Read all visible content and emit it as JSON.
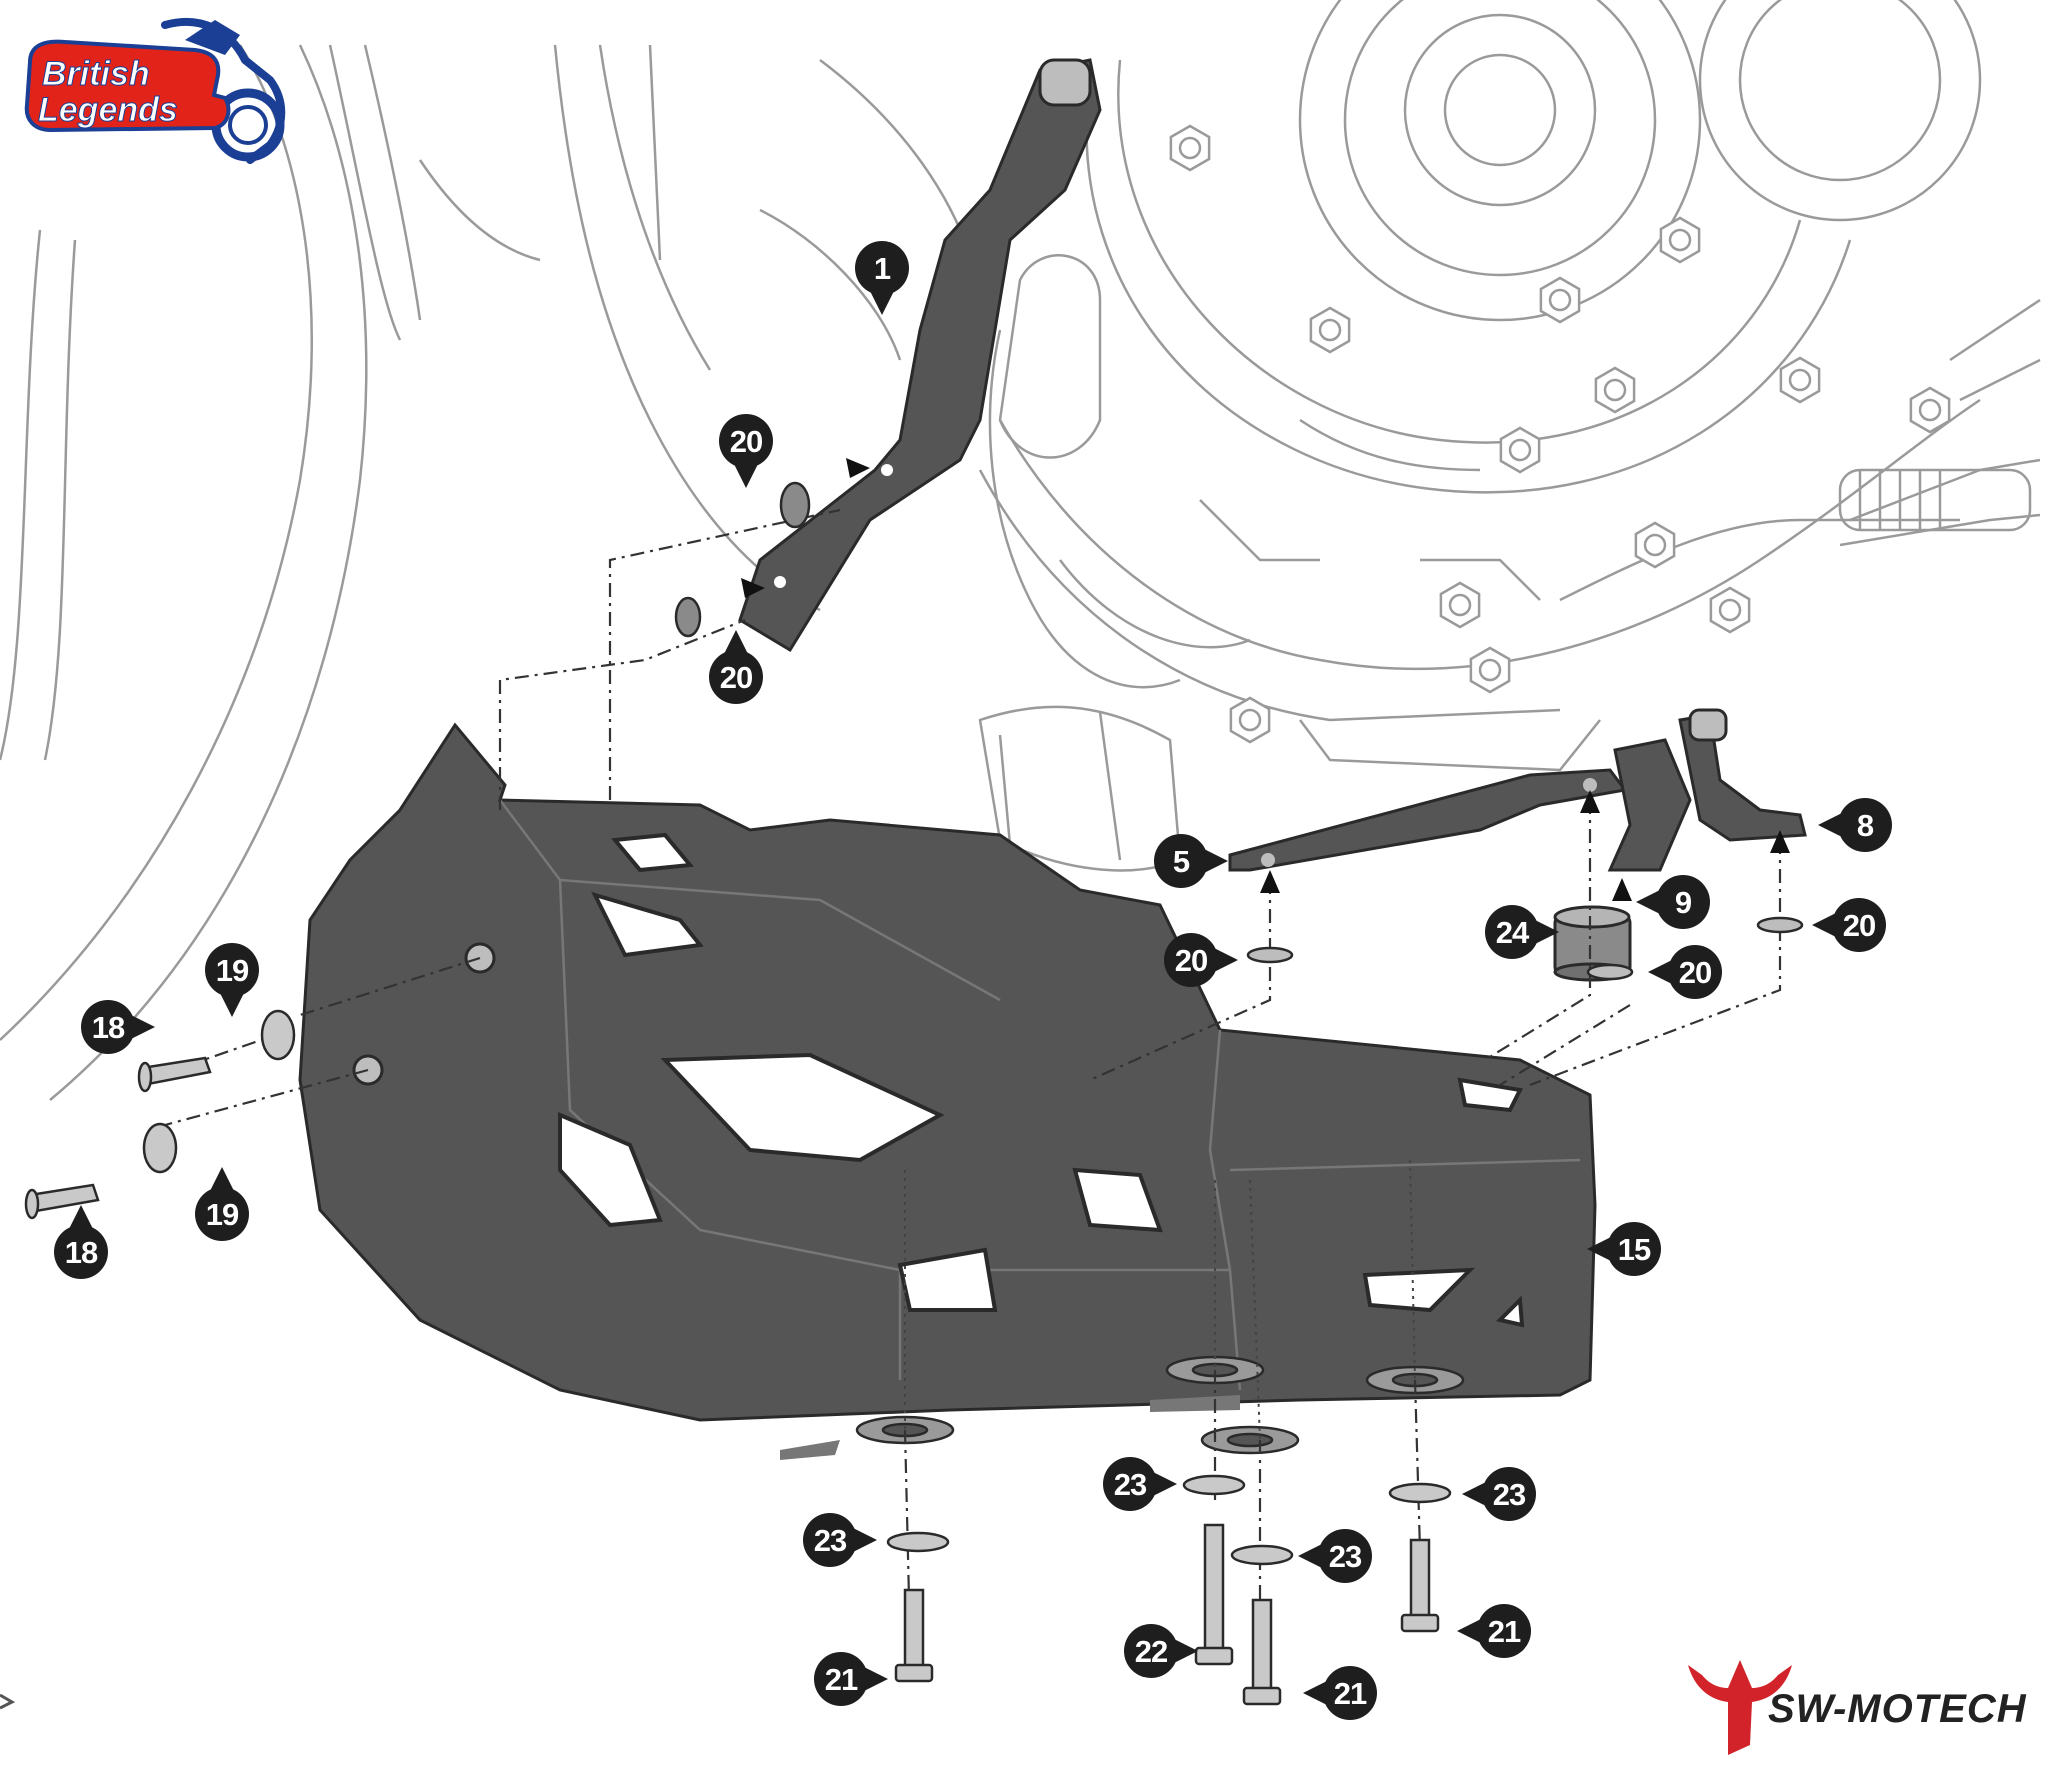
{
  "brand_logo": {
    "line1": "British",
    "line2": "Legends",
    "colors": {
      "blue": "#1b3f95",
      "red": "#e2231a"
    }
  },
  "maker_logo": {
    "text": "SW-MOTECH",
    "colors": {
      "mark": "#d2232a",
      "text": "#222222"
    }
  },
  "parts": [
    {
      "id": "label-1",
      "text": "1"
    },
    {
      "id": "label-20-a",
      "text": "20"
    },
    {
      "id": "label-20-b",
      "text": "20"
    },
    {
      "id": "label-5",
      "text": "5"
    },
    {
      "id": "label-8",
      "text": "8"
    },
    {
      "id": "label-9",
      "text": "9"
    },
    {
      "id": "label-24",
      "text": "24"
    },
    {
      "id": "label-20-c",
      "text": "20"
    },
    {
      "id": "label-20-d",
      "text": "20"
    },
    {
      "id": "label-20-e",
      "text": "20"
    },
    {
      "id": "label-19-a",
      "text": "19"
    },
    {
      "id": "label-18-a",
      "text": "18"
    },
    {
      "id": "label-19-b",
      "text": "19"
    },
    {
      "id": "label-18-b",
      "text": "18"
    },
    {
      "id": "label-15",
      "text": "15"
    },
    {
      "id": "label-23-a",
      "text": "23"
    },
    {
      "id": "label-23-b",
      "text": "23"
    },
    {
      "id": "label-23-c",
      "text": "23"
    },
    {
      "id": "label-23-d",
      "text": "23"
    },
    {
      "id": "label-21-a",
      "text": "21"
    },
    {
      "id": "label-22",
      "text": "22"
    },
    {
      "id": "label-21-b",
      "text": "21"
    },
    {
      "id": "label-21-c",
      "text": "21"
    }
  ],
  "palette": {
    "engine_line": "#9a9a9a",
    "part_fill": "#555555",
    "part_dark": "#3a3a3a",
    "label_fill": "#1e1e1e",
    "hardware_fill": "#c9c9c9"
  }
}
